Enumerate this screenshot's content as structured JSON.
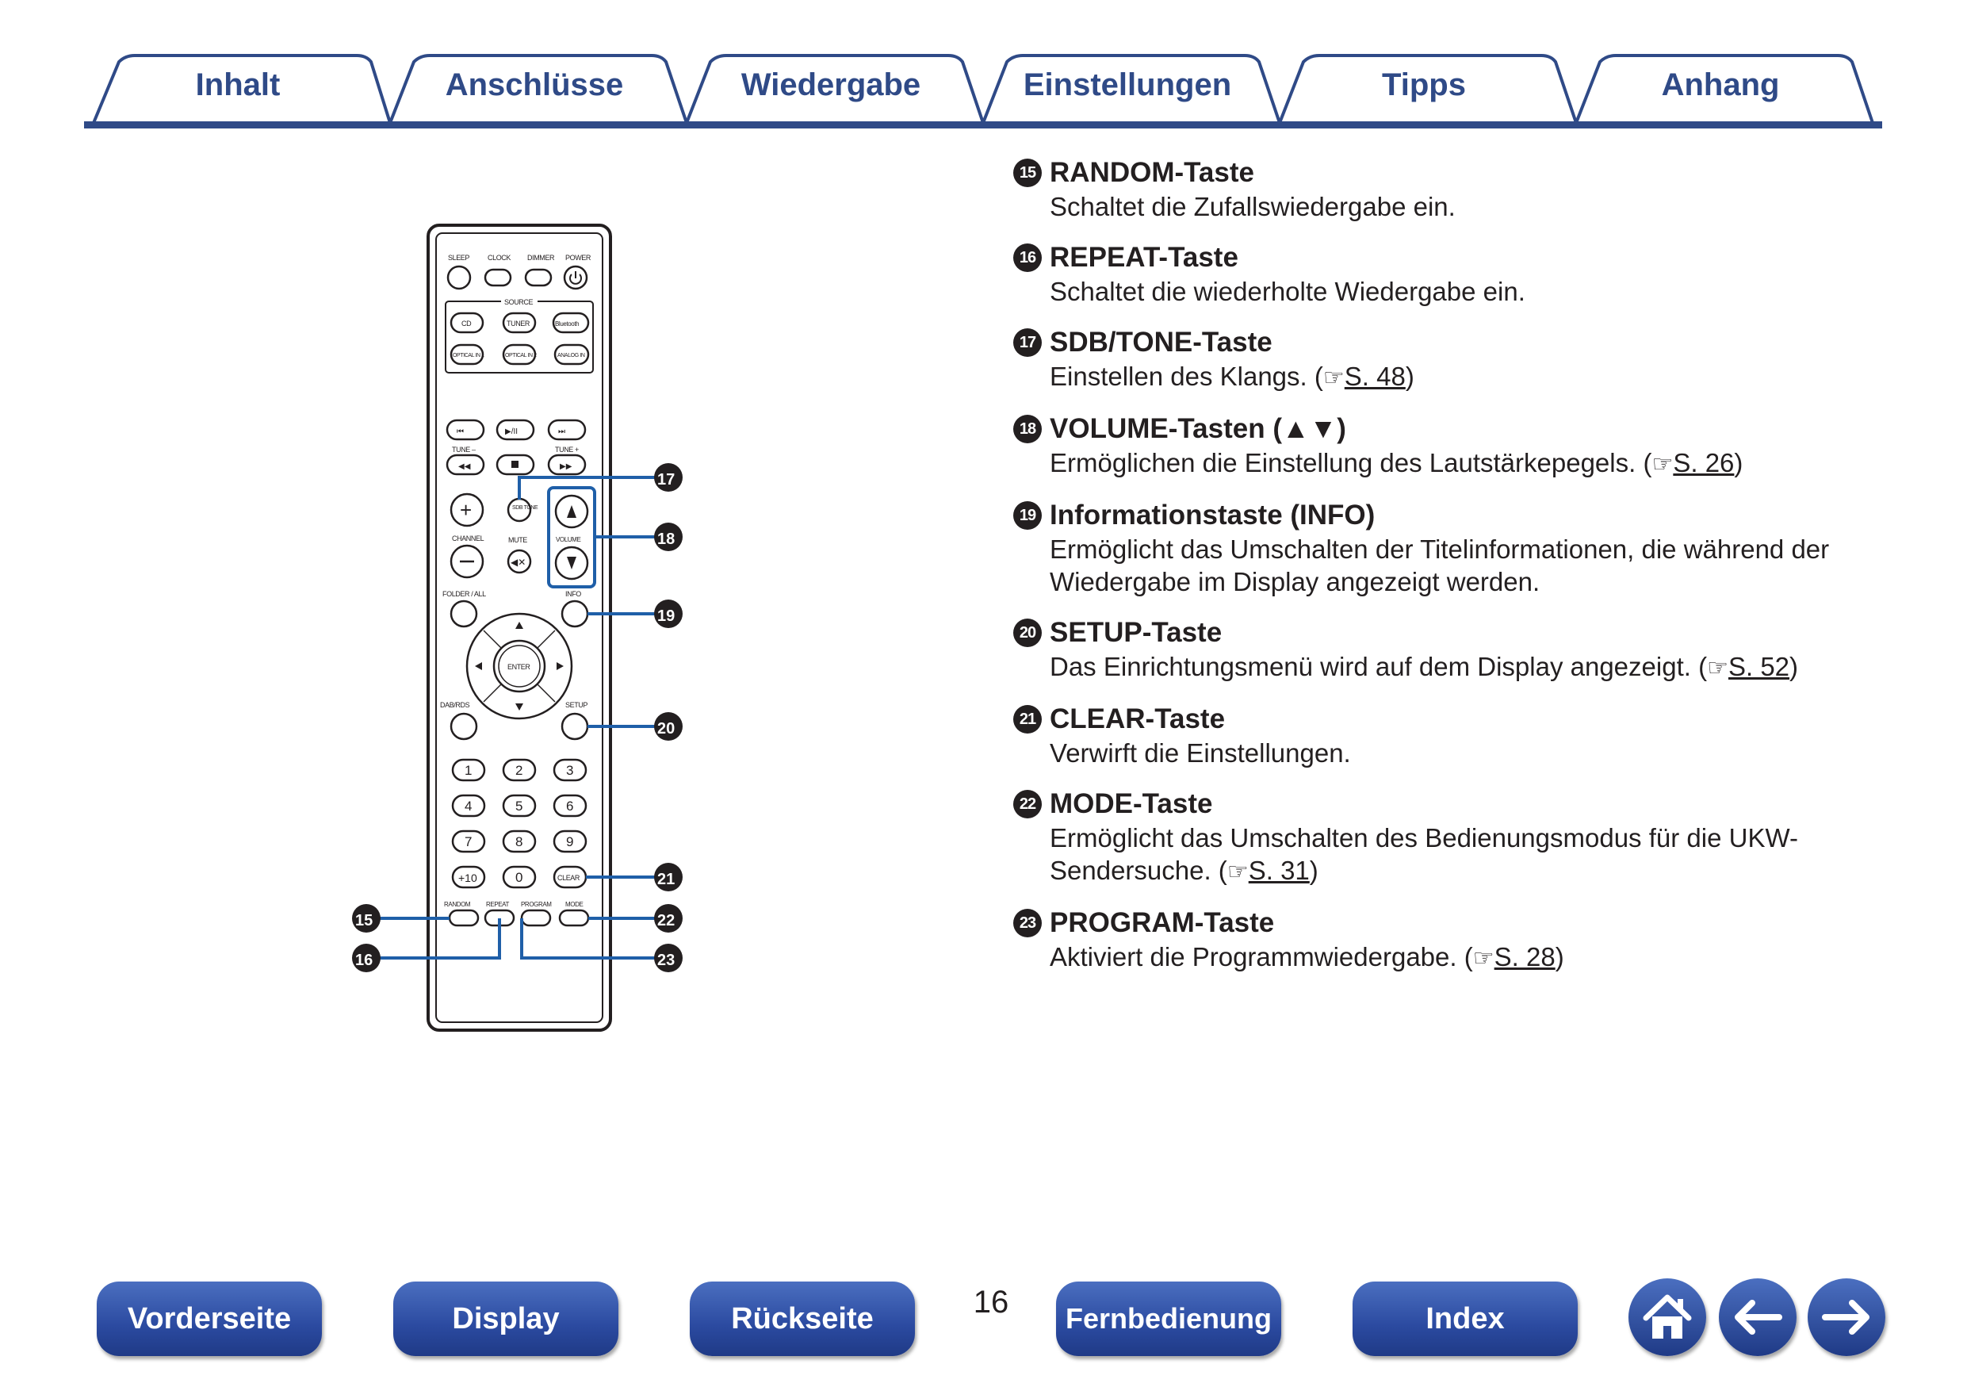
{
  "tabs": [
    {
      "label": "Inhalt"
    },
    {
      "label": "Anschlüsse"
    },
    {
      "label": "Wiedergabe"
    },
    {
      "label": "Einstellungen"
    },
    {
      "label": "Tipps"
    },
    {
      "label": "Anhang"
    }
  ],
  "remote": {
    "labels": {
      "sleep": "SLEEP",
      "clock": "CLOCK",
      "dimmer": "DIMMER",
      "power": "POWER",
      "source": "SOURCE",
      "cd": "CD",
      "tuner": "TUNER",
      "bluetooth": "Bluetooth",
      "optical1": "OPTICAL IN 1",
      "optical2": "OPTICAL IN 2",
      "analog": "ANALOG IN",
      "tune_minus": "TUNE –",
      "tune_plus": "TUNE +",
      "sdb_tone": "SDB TONE",
      "channel": "CHANNEL",
      "mute": "MUTE",
      "volume": "VOLUME",
      "folder_all": "FOLDER / ALL",
      "info": "INFO",
      "enter": "ENTER",
      "dab_rds": "DAB/RDS",
      "setup": "SETUP",
      "clear": "CLEAR",
      "random": "RANDOM",
      "repeat": "REPEAT",
      "program": "PROGRAM",
      "mode": "MODE",
      "plus10": "+10"
    },
    "numpad": [
      "1",
      "2",
      "3",
      "4",
      "5",
      "6",
      "7",
      "8",
      "9"
    ],
    "zero": "0",
    "callouts": [
      "15",
      "16",
      "17",
      "18",
      "19",
      "20",
      "21",
      "22",
      "23"
    ]
  },
  "items": [
    {
      "num": "15",
      "title": "RANDOM-Taste",
      "text": "Schaltet die Zufallswiedergabe ein."
    },
    {
      "num": "16",
      "title": "REPEAT-Taste",
      "text": "Schaltet die wiederholte Wiedergabe ein."
    },
    {
      "num": "17",
      "title": "SDB/TONE-Taste",
      "text": "Einstellen des Klangs. (",
      "ref": "S. 48",
      "close": ")"
    },
    {
      "num": "18",
      "title": "VOLUME-Tasten (▲▼)",
      "text": "Ermöglichen die Einstellung des Lautstärkepegels. (",
      "ref": "S. 26",
      "close": ")"
    },
    {
      "num": "19",
      "title": "Informationstaste (INFO)",
      "text": "Ermöglicht das Umschalten der Titelinformationen, die während der Wiedergabe im Display angezeigt werden."
    },
    {
      "num": "20",
      "title": "SETUP-Taste",
      "text": "Das Einrichtungsmenü wird auf dem Display angezeigt. (",
      "ref": "S. 52",
      "close": ")"
    },
    {
      "num": "21",
      "title": "CLEAR-Taste",
      "text": "Verwirft die Einstellungen."
    },
    {
      "num": "22",
      "title": "MODE-Taste",
      "text": "Ermöglicht das Umschalten des Bedienungsmodus für die UKW-Sendersuche. (",
      "ref": "S. 31",
      "close": ")"
    },
    {
      "num": "23",
      "title": "PROGRAM-Taste",
      "text": "Aktiviert die Programmwiedergabe. (",
      "ref": "S. 28",
      "close": ")"
    }
  ],
  "ref_icon": "pointing-hand-icon",
  "page_number": "16",
  "bottom_nav": {
    "front": "Vorderseite",
    "display": "Display",
    "rear": "Rückseite",
    "remote": "Fernbedienung",
    "index": "Index",
    "home_icon": "home-icon",
    "back_icon": "arrow-left-icon",
    "forward_icon": "arrow-right-icon"
  },
  "colors": {
    "accent": "#2f4a87",
    "callout_line": "#1f5fa8",
    "button_blue": "#2b4aa0"
  }
}
